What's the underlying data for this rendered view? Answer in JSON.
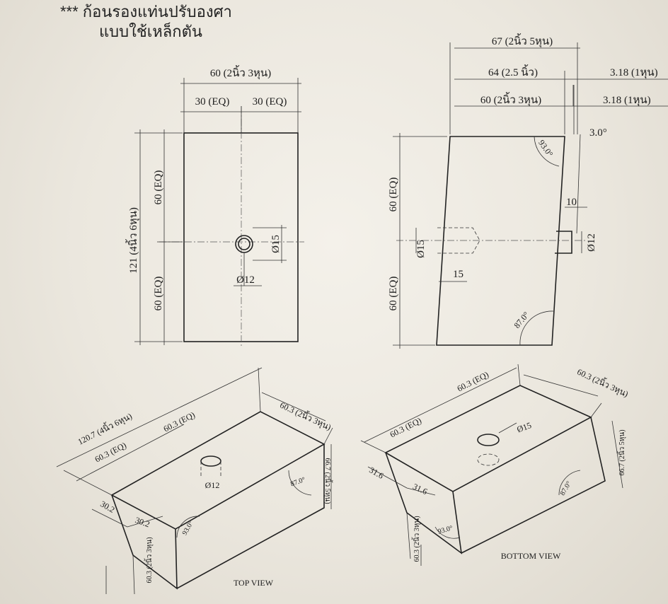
{
  "title": {
    "line1": "*** ก้อนรองแท่นปรับองศา",
    "line2": "แบบใช้เหล็กตัน"
  },
  "front_view": {
    "width_total": "60 (2นิ้ว 3หุน)",
    "half_left": "30 (EQ)",
    "half_right": "30 (EQ)",
    "height_total": "121 (4นิ้ว 6หุน)",
    "height_top": "60 (EQ)",
    "height_bottom": "60 (EQ)",
    "hole_outer": "Ø15",
    "hole_inner": "Ø12"
  },
  "side_view": {
    "overall": "67 (2นิ้ว 5หุน)",
    "mid": "64 (2.5 นิ้ว)",
    "offset_top": "3.18 (1หุน)",
    "base": "60 (2นิ้ว 3หุน)",
    "offset_bottom": "3.18 (1หุน)",
    "tilt": "3.0°",
    "angle_top": "93.0°",
    "angle_bottom": "87.0°",
    "pin_length": "10",
    "pin_dia": "Ø12",
    "hole_dia": "Ø15",
    "hole_depth": "15",
    "height_top": "60 (EQ)",
    "height_bottom": "60 (EQ)"
  },
  "top_view": {
    "label": "TOP VIEW",
    "length": "120.7 (4นิ้ว 6หุน)",
    "half1": "60.3 (EQ)",
    "half2": "60.3 (EQ)",
    "depth": "60.3 (2นิ้ว 3หุน)",
    "hole": "Ø12",
    "angle1": "87.0°",
    "height_right": "66.7 (2นิ้ว 5หุน)",
    "off1": "30.2",
    "off2": "30.2",
    "angle2": "93.0°",
    "height_left": "60.3 (2นิ้ว 3หุน)"
  },
  "bottom_view": {
    "label": "BOTTOM VIEW",
    "half1": "60.3 (EQ)",
    "half2": "60.3 (EQ)",
    "depth": "60.3 (2นิ้ว 3หุน)",
    "hole": "Ø15",
    "off1": "31.6",
    "off2": "31.6",
    "angle1": "87.0°",
    "height_right": "66.7 (2นิ้ว 5หุน)",
    "angle2": "93.0°",
    "height_left": "60.3 (2นิ้ว 3หุน)"
  }
}
